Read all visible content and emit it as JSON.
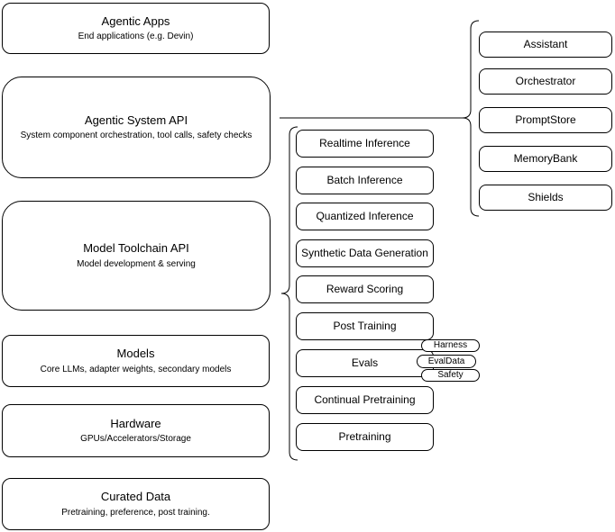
{
  "left_stack": [
    {
      "title": "Agentic Apps",
      "subtitle": "End applications (e.g. Devin)"
    },
    {
      "title": "Agentic System API",
      "subtitle": "System component orchestration, tool calls, safety checks"
    },
    {
      "title": "Model Toolchain API",
      "subtitle": "Model development & serving"
    },
    {
      "title": "Models",
      "subtitle": "Core LLMs, adapter weights, secondary models"
    },
    {
      "title": "Hardware",
      "subtitle": "GPUs/Accelerators/Storage"
    },
    {
      "title": "Curated Data",
      "subtitle": "Pretraining, preference, post training."
    }
  ],
  "toolchain_group": {
    "items": [
      "Realtime Inference",
      "Batch Inference",
      "Quantized Inference",
      "Synthetic Data Generation",
      "Reward Scoring",
      "Post Training",
      "Evals",
      "Continual Pretraining",
      "Pretraining"
    ]
  },
  "evals_tags": [
    "Harness",
    "EvalData",
    "Safety"
  ],
  "system_components": [
    "Assistant",
    "Orchestrator",
    "PromptStore",
    "MemoryBank",
    "Shields"
  ],
  "colors": {
    "stroke": "#000000",
    "fill": "#ffffff",
    "text": "#000000"
  }
}
